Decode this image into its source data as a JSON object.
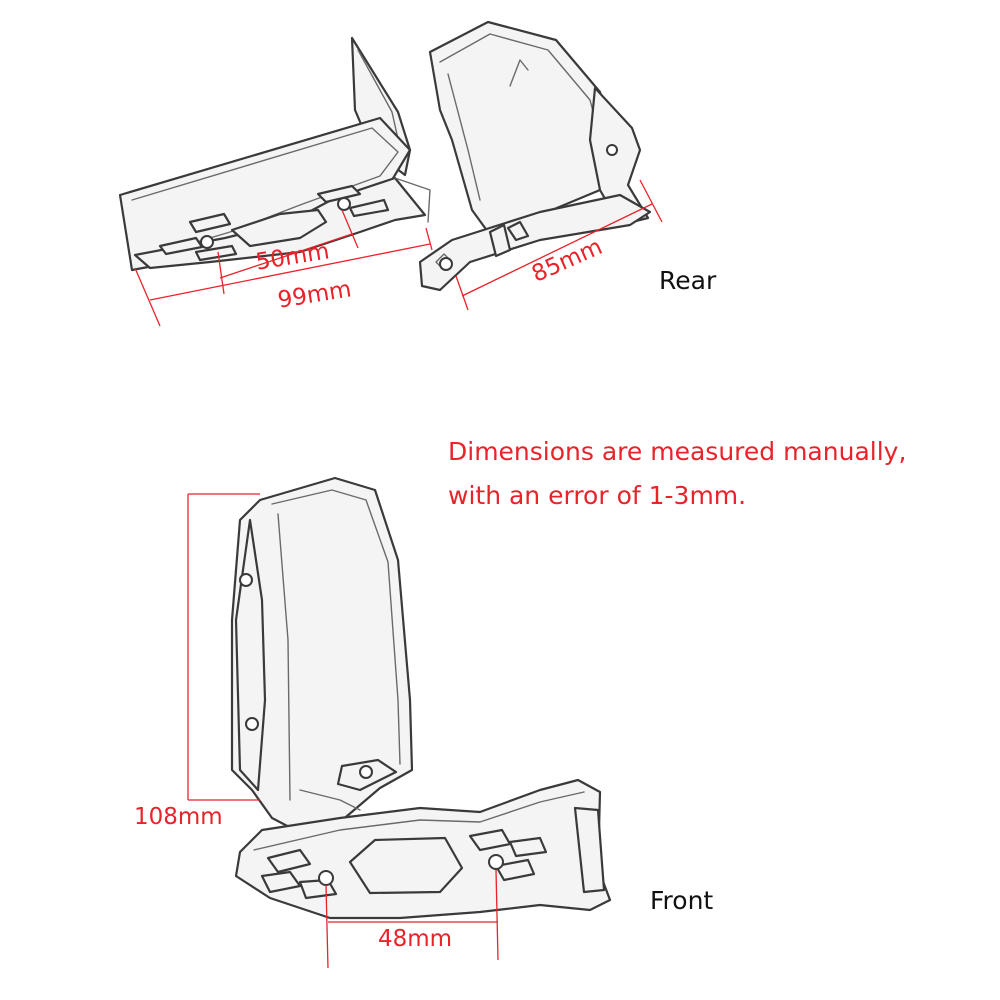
{
  "colors": {
    "dimension": "#e8232a",
    "part_outline": "#3a3a3a",
    "part_fill": "#f4f4f4",
    "text": "#111111"
  },
  "rear": {
    "view_label": "Rear",
    "dimensions": {
      "hole_spacing": "50mm",
      "overall_length": "99mm",
      "mount_length": "85mm"
    }
  },
  "front": {
    "view_label": "Front",
    "dimensions": {
      "height": "108mm",
      "hole_spacing": "48mm"
    }
  },
  "note": {
    "line1": "Dimensions are measured manually,",
    "line2": "with an error of 1-3mm."
  }
}
